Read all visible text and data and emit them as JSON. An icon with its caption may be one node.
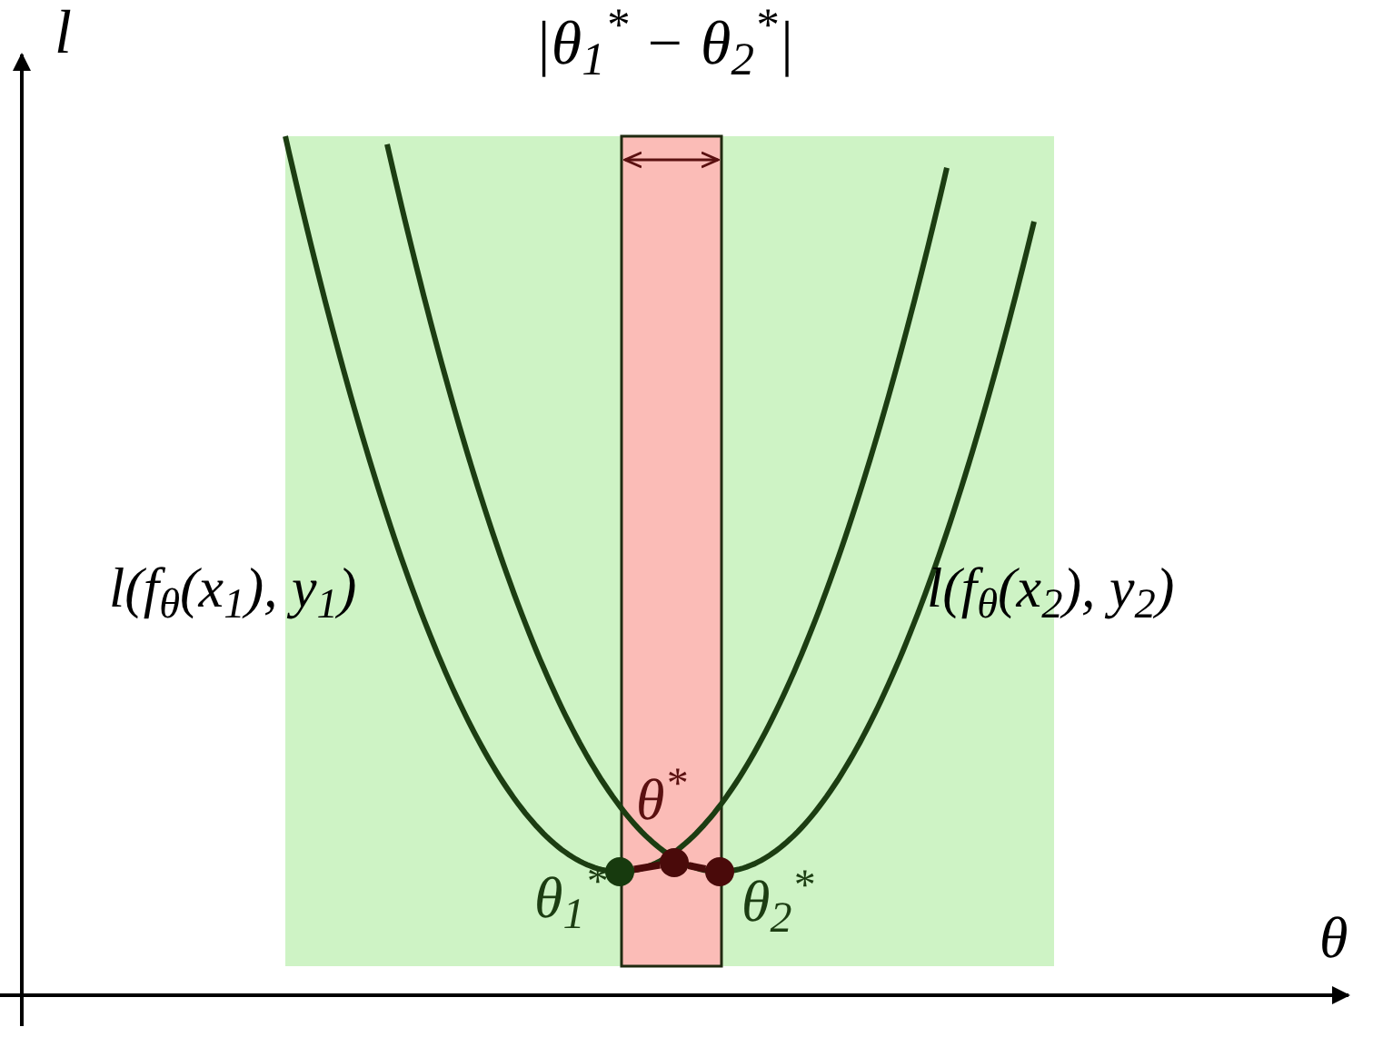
{
  "diagram": {
    "nodes": [
      {
        "text": [],
        "shape": "circle",
        "beside": [
          "θ$_{1}$$^{*}$"
        ]
      },
      {
        "text": [],
        "shape": "circle",
        "beside": [
          "θ$^{*}$"
        ]
      },
      {
        "text": [],
        "shape": "circle",
        "beside": [
          "θ$_{2}$$^{*}$"
        ]
      }
    ],
    "edges": [
      {
        "from": 0,
        "to": 1,
        "arrow": "none"
      },
      {
        "from": 1,
        "to": 2,
        "arrow": "none"
      }
    ],
    "labels": [
      "l",
      "θ",
      "|θ$_{1}$$^{*}$ − θ$_{2}$$^{*}$|",
      "l(f$_{θ}$(x$_{1}$), y$_{1}$)",
      "l(f$_{θ}$(x$_{2}$), y$_{2}$)"
    ]
  }
}
